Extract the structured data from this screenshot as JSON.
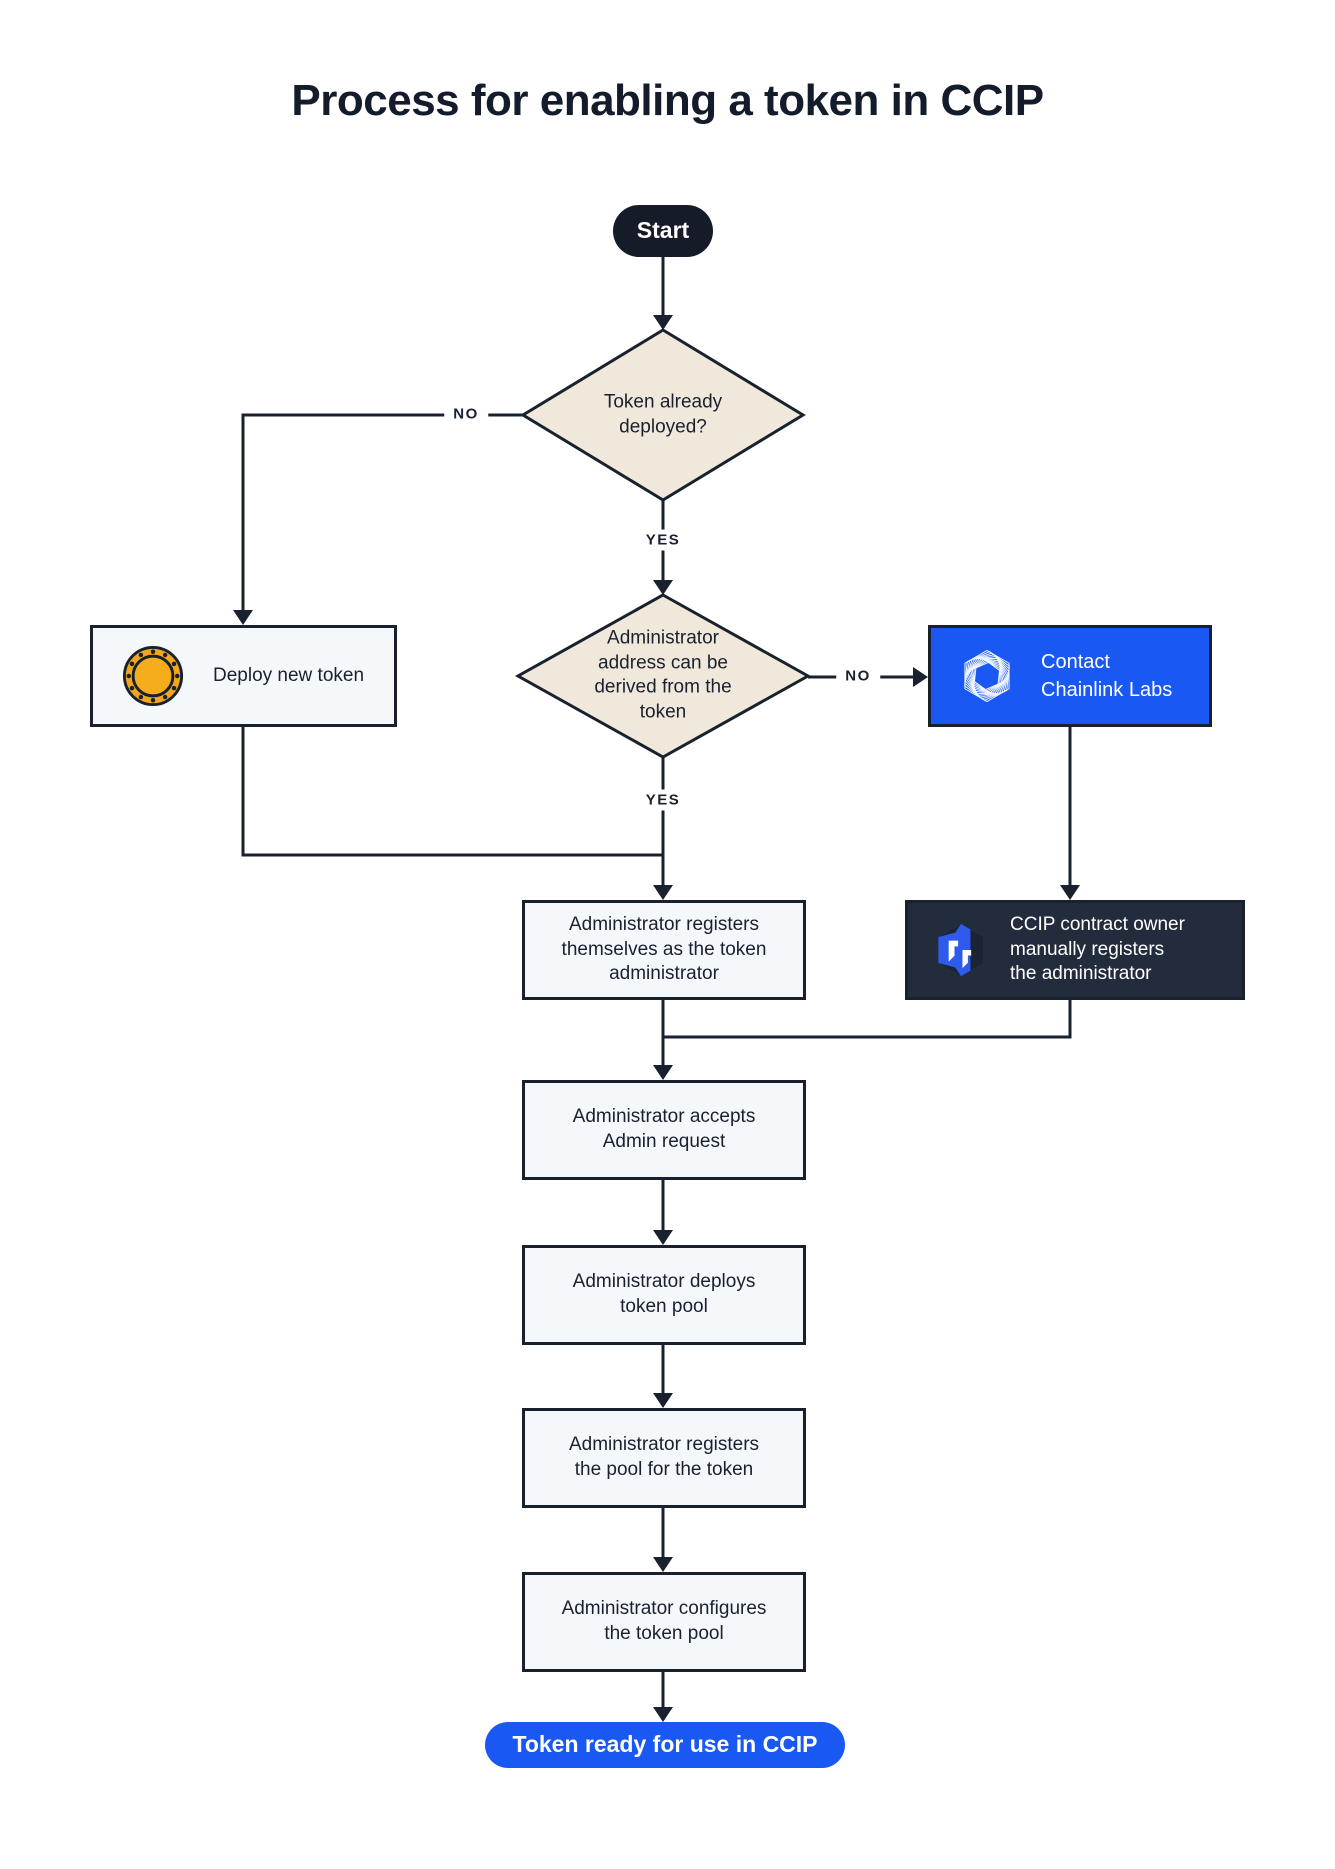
{
  "title": "Process for enabling a token in CCIP",
  "colors": {
    "ink": "#19212F",
    "diamond_fill": "#EFE8DB",
    "process_fill": "#F5F8FB",
    "accent_blue": "#1A58F3",
    "dark_panel": "#232C3C",
    "start_pill": "#151B28",
    "coin_gold": "#F2A71A"
  },
  "flow": {
    "start": "Start",
    "decision_token_deployed": "Token already\ndeployed?",
    "label_no_token_deployed": "NO",
    "label_yes_token_deployed": "YES",
    "deploy_new_token": "Deploy new token",
    "decision_admin_address": "Administrator\naddress can be\nderived from the\ntoken",
    "label_no_admin_address": "NO",
    "label_yes_admin_address": "YES",
    "contact_chainlink": "Contact\nChainlink Labs",
    "admin_registers_self": "Administrator registers\nthemselves as the token\nadministrator",
    "ccip_owner_registers": "CCIP contract owner\nmanually registers\nthe administrator",
    "admin_accepts": "Administrator accepts\nAdmin request",
    "admin_deploys_pool": "Administrator deploys\ntoken pool",
    "admin_registers_pool": "Administrator registers\nthe pool for the token",
    "admin_configures_pool": "Administrator configures\nthe token pool",
    "token_ready": "Token ready for use in CCIP"
  },
  "icons": {
    "coin": "coin-icon",
    "chainlink": "chainlink-logo-icon",
    "ccip": "ccip-logo-icon"
  }
}
